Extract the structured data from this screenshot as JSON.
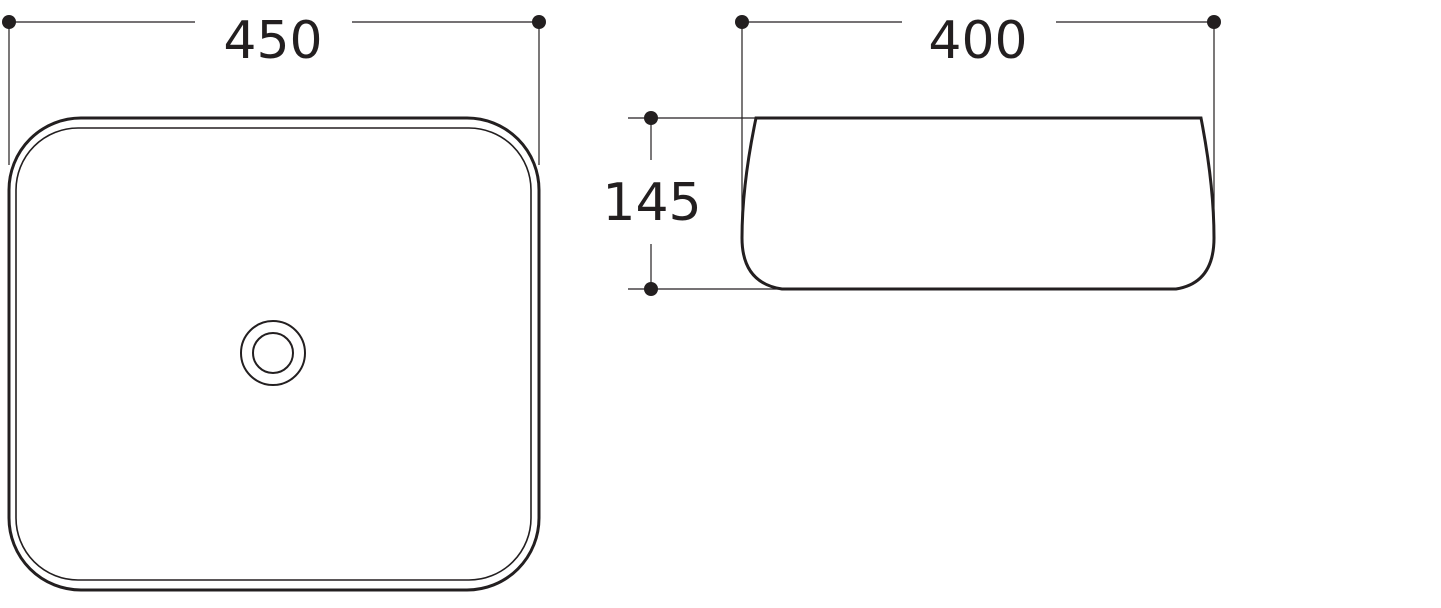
{
  "dimensions": {
    "top_view_width": "450",
    "side_view_width": "400",
    "side_view_height": "145"
  },
  "colors": {
    "line": "#231f20",
    "background": "#ffffff"
  }
}
